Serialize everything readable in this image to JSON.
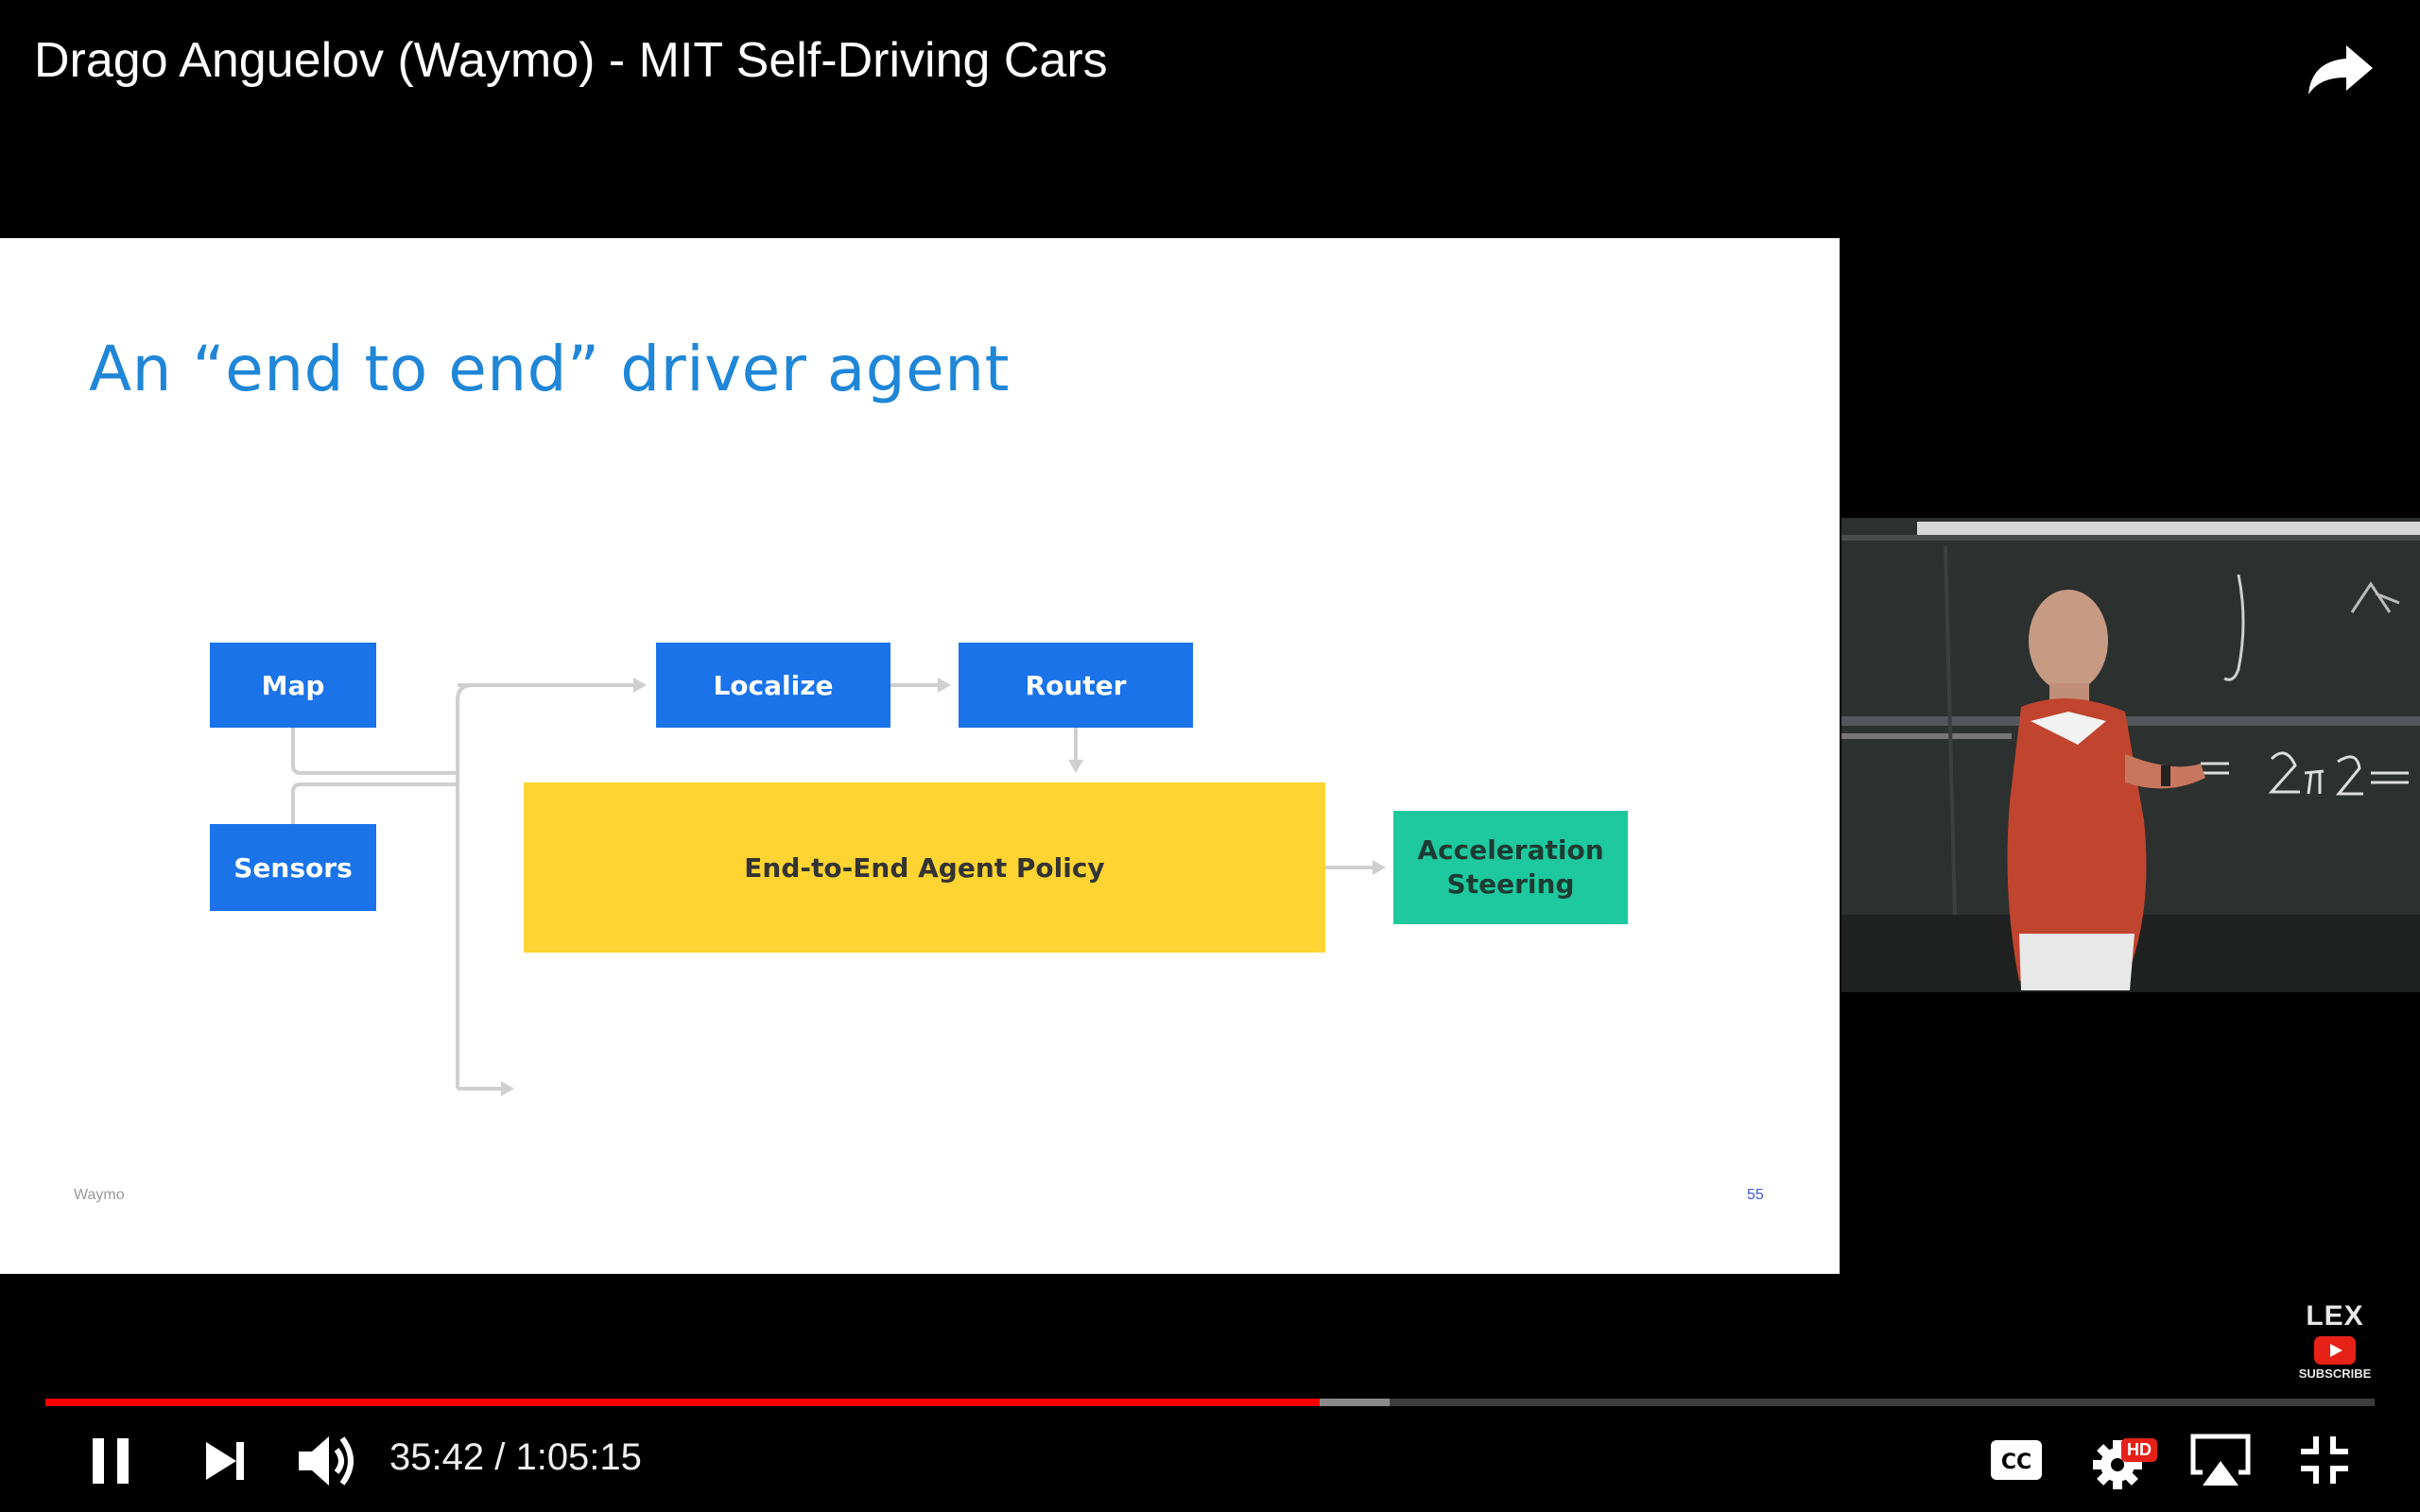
{
  "video": {
    "title": "Drago Anguelov (Waymo) - MIT Self-Driving Cars"
  },
  "slide": {
    "title": "An “end to end” driver agent",
    "boxes": {
      "map": "Map",
      "sensors": "Sensors",
      "localize": "Localize",
      "router": "Router",
      "policy": "End-to-End Agent Policy",
      "accel_line1": "Acceleration",
      "accel_line2": "Steering"
    },
    "footer_left": "Waymo",
    "page_number": "55"
  },
  "watermark": {
    "channel": "LEX",
    "subscribe": "SUBSCRIBE"
  },
  "player": {
    "current_time": "35:42",
    "separator": " / ",
    "duration": "1:05:15",
    "progress_fraction": 0.547,
    "buffered_fraction": 0.577,
    "quality_badge": "HD",
    "colors": {
      "progress_played": "#ff0000",
      "progress_buffered": "#8a8a8a",
      "hd_badge": "#e62117"
    }
  }
}
